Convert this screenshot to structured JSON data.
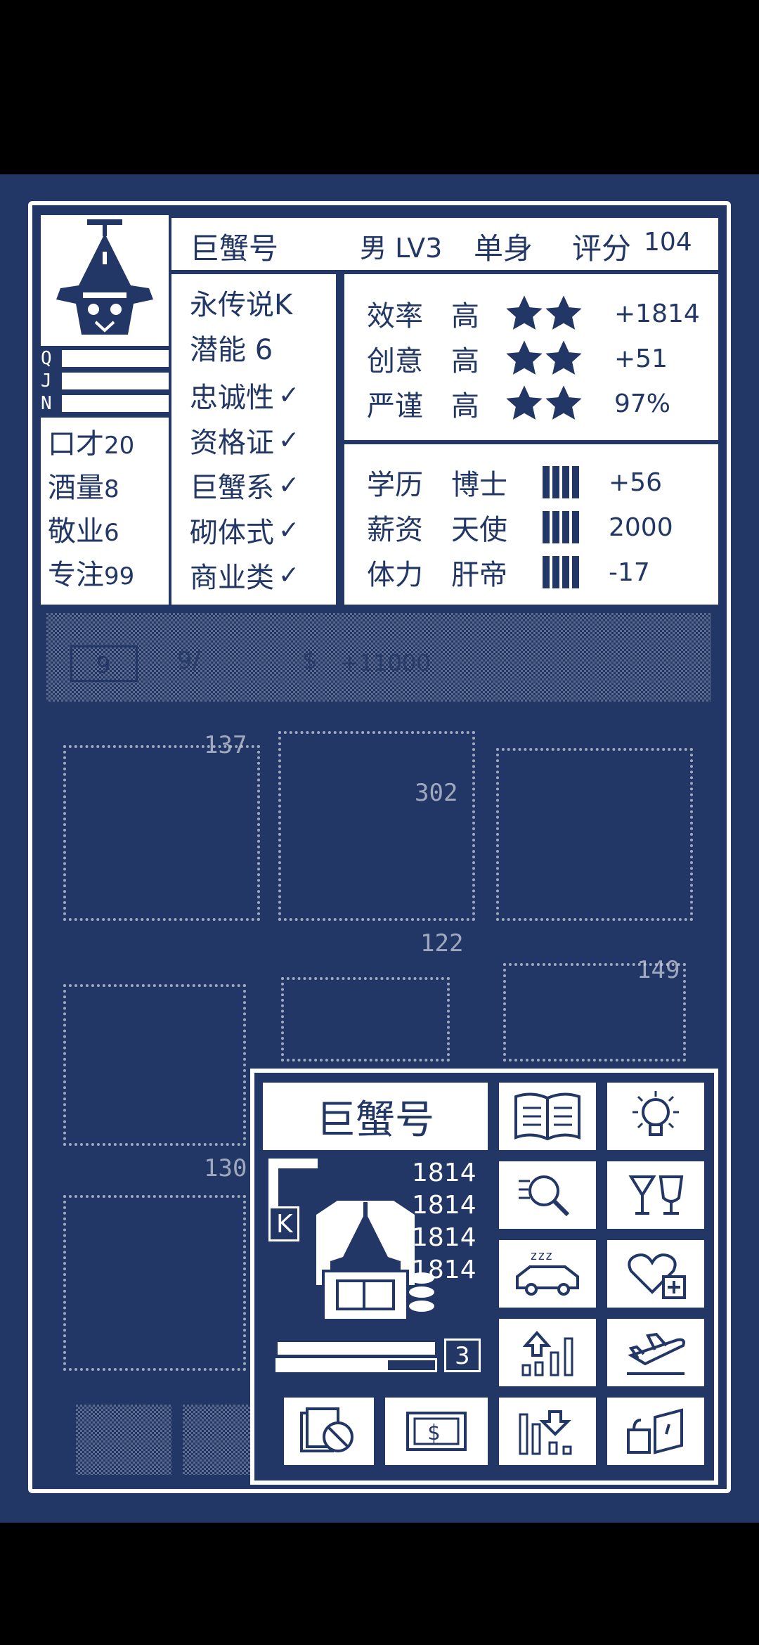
{
  "profile": {
    "name": "巨蟹号",
    "gender_level": "男 LV3",
    "marital": "单身",
    "score_label": "评分",
    "score": "104",
    "side_letters": [
      "Q",
      "J",
      "N"
    ]
  },
  "traits": [
    "永传说K",
    "潜能 6",
    "忠诚性",
    "资格证",
    "巨蟹系",
    "砌体式",
    "商业类"
  ],
  "basic_stats": [
    {
      "label": "口才",
      "value": "20"
    },
    {
      "label": "酒量",
      "value": "8"
    },
    {
      "label": "敬业",
      "value": "6"
    },
    {
      "label": "专注",
      "value": "99"
    }
  ],
  "star_stats": [
    {
      "label": "效率",
      "level": "高",
      "stars": 2,
      "value": "+1814"
    },
    {
      "label": "创意",
      "level": "高",
      "stars": 2,
      "value": "+51"
    },
    {
      "label": "严谨",
      "level": "高",
      "stars": 2,
      "value": "97%"
    }
  ],
  "bar_stats": [
    {
      "label": "学历",
      "level": "博士",
      "bars": 4,
      "value": "+56"
    },
    {
      "label": "薪资",
      "level": "天使",
      "bars": 4,
      "value": "2000"
    },
    {
      "label": "体力",
      "level": "肝帝",
      "bars": 4,
      "value": "-17"
    }
  ],
  "status_bar": {
    "day": "9",
    "count": "9/",
    "money": "+11000"
  },
  "background_numbers": [
    "137",
    "302",
    "122",
    "149",
    "130"
  ],
  "popup": {
    "title": "巨蟹号",
    "rank_badge": "K",
    "values": [
      "1814",
      "1814",
      "1814",
      "1814"
    ],
    "level_digit": "3"
  },
  "colors": {
    "navy": "#223766",
    "white": "#ffffff",
    "black": "#000000"
  },
  "icons": [
    "book-icon",
    "lightbulb-icon",
    "magnifier-icon",
    "drinks-icon",
    "sleep-car-icon",
    "heart-plus-icon",
    "upgrade-chart-icon",
    "airplane-icon",
    "cancel-stack-icon",
    "money-icon",
    "downgrade-chart-icon",
    "transfer-icon"
  ]
}
